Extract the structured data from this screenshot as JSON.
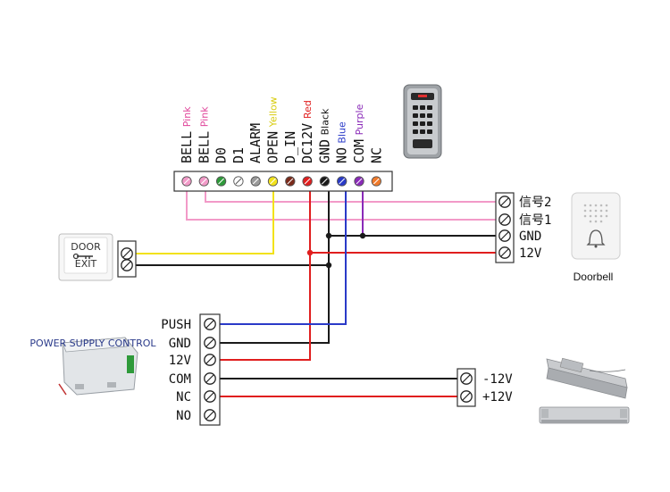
{
  "terminal_strip": {
    "pins": [
      {
        "label": "BELL",
        "wire_color_name": "Pink",
        "dot": "#f29ac8"
      },
      {
        "label": "BELL",
        "wire_color_name": "Pink",
        "dot": "#f29ac8"
      },
      {
        "label": "D0",
        "wire_color_name": "",
        "dot": "#2e9a3a"
      },
      {
        "label": "D1",
        "wire_color_name": "",
        "dot": "#ffffff"
      },
      {
        "label": "ALARM",
        "wire_color_name": "",
        "dot": "#9a9a9a"
      },
      {
        "label": "OPEN",
        "wire_color_name": "Yellow",
        "dot": "#f2e21a"
      },
      {
        "label": "D_IN",
        "wire_color_name": "",
        "dot": "#7a2a1a"
      },
      {
        "label": "DC12V",
        "wire_color_name": "Red",
        "dot": "#e01e1e"
      },
      {
        "label": "GND",
        "wire_color_name": "Black",
        "dot": "#1a1a1a"
      },
      {
        "label": "NO",
        "wire_color_name": "Blue",
        "dot": "#2a3ac8"
      },
      {
        "label": "COM",
        "wire_color_name": "Purple",
        "dot": "#8a2ab8"
      },
      {
        "label": "NC",
        "wire_color_name": "",
        "dot": "#f07a2a"
      }
    ],
    "name_colors": {
      "Pink": "#e0449a",
      "Yellow": "#d8cc10",
      "Red": "#e01e1e",
      "Black": "#111111",
      "Blue": "#2a3ac8",
      "Purple": "#8a2ab8"
    }
  },
  "doorbell": {
    "terminals": [
      "信号2",
      "信号1",
      "GND",
      "12V"
    ],
    "caption": "Doorbell"
  },
  "exit_button": {
    "line1": "DOOR",
    "line2": "EXIT"
  },
  "power_supply": {
    "terminals": [
      "PUSH",
      "GND",
      "12V",
      "COM",
      "NC",
      "NO"
    ],
    "nameplate": "POWER SUPPLY CONTROL"
  },
  "lock": {
    "terminals": [
      "-12V",
      "+12V"
    ]
  },
  "colors": {
    "pink": "#f29ac8",
    "yellow": "#f2e21a",
    "red": "#e01e1e",
    "black": "#1a1a1a",
    "blue": "#2a3ac8",
    "purple": "#8a2ab8"
  }
}
